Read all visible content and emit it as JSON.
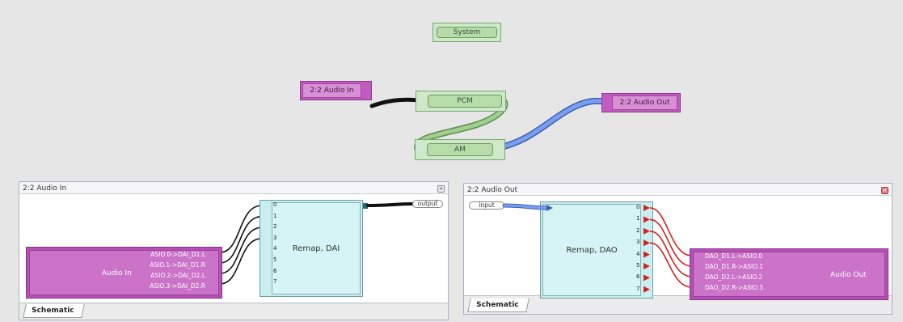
{
  "graph": {
    "system_label": "System",
    "pcm_label": "PCM",
    "am_label": "AM",
    "audio_in_label": "2:2 Audio In",
    "audio_out_label": "2:2 Audio Out"
  },
  "left_panel": {
    "title": "2:2 Audio In",
    "tab_label": "Schematic",
    "close_glyph": "×",
    "audio_in_block": {
      "name": "Audio In",
      "channels": [
        "ASIO.0->DAI_D1.L",
        "ASIO.1->DAI_D1.R",
        "ASIO.2->DAI_D2.L",
        "ASIO.3->DAI_D2.R"
      ]
    },
    "remap": {
      "label": "Remap, DAI",
      "pins": [
        "0",
        "1",
        "2",
        "3",
        "4",
        "5",
        "6",
        "7"
      ]
    },
    "output_port": "output"
  },
  "right_panel": {
    "title": "2:2 Audio Out",
    "tab_label": "Schematic",
    "close_glyph": "×",
    "input_port": "input",
    "remap": {
      "label": "Remap, DAO",
      "pins": [
        "0",
        "1",
        "2",
        "3",
        "4",
        "5",
        "6",
        "7"
      ]
    },
    "audio_out_block": {
      "name": "Audio Out",
      "channels": [
        "DAO_D1.L->ASIO.0",
        "DAO_D1.R->ASIO.1",
        "DAO_D2.L->ASIO.2",
        "DAO_D2.R->ASIO.3"
      ]
    }
  },
  "colors": {
    "wire_black": "#111111",
    "wire_green": "#8fc47f",
    "wire_blue": "#6b8ee0",
    "wire_red": "#d62020",
    "node_purple": "#c25bc1",
    "node_green": "#b6dcaa",
    "remap_cyan": "#c9eef0"
  }
}
